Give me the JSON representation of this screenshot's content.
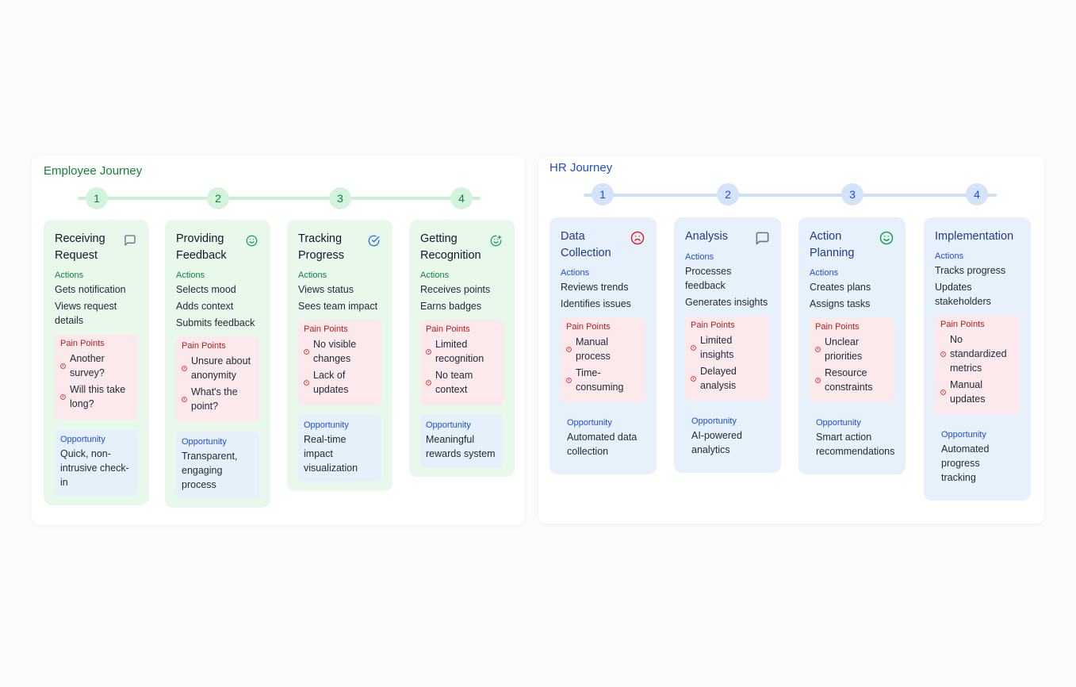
{
  "employee": {
    "title": "Employee Journey",
    "steps": [
      "1",
      "2",
      "3",
      "4"
    ],
    "cards": [
      {
        "title": "Receiving Request",
        "icon": "message-square-icon",
        "actions_label": "Actions",
        "actions": [
          "Gets notification",
          "Views request details"
        ],
        "pain_label": "Pain Points",
        "pains": [
          "Another survey?",
          "Will this take long?"
        ],
        "opp_label": "Opportunity",
        "opp": "Quick, non-intrusive check-in"
      },
      {
        "title": "Providing Feedback",
        "icon": "smile-icon",
        "actions_label": "Actions",
        "actions": [
          "Selects mood",
          "Adds context",
          "Submits feedback"
        ],
        "pain_label": "Pain Points",
        "pains": [
          "Unsure about anonymity",
          "What's the point?"
        ],
        "opp_label": "Opportunity",
        "opp": "Transparent, engaging process"
      },
      {
        "title": "Tracking Progress",
        "icon": "check-circle-icon",
        "actions_label": "Actions",
        "actions": [
          "Views status",
          "Sees team impact"
        ],
        "pain_label": "Pain Points",
        "pains": [
          "No visible changes",
          "Lack of updates"
        ],
        "opp_label": "Opportunity",
        "opp": "Real-time impact visualization"
      },
      {
        "title": "Getting Recognition",
        "icon": "smile-plus-icon",
        "actions_label": "Actions",
        "actions": [
          "Receives points",
          "Earns badges"
        ],
        "pain_label": "Pain Points",
        "pains": [
          "Limited recognition",
          "No team context"
        ],
        "opp_label": "Opportunity",
        "opp": "Meaningful rewards system"
      }
    ]
  },
  "hr": {
    "title": "HR Journey",
    "steps": [
      "1",
      "2",
      "3",
      "4"
    ],
    "cards": [
      {
        "title": "Data Collection",
        "icon": "frown-icon",
        "actions_label": "Actions",
        "actions": [
          "Reviews trends",
          "Identifies issues"
        ],
        "pain_label": "Pain Points",
        "pains": [
          "Manual process",
          "Time-consuming"
        ],
        "opp_label": "Opportunity",
        "opp": "Automated data collection"
      },
      {
        "title": "Analysis",
        "icon": "message-square-icon",
        "actions_label": "Actions",
        "actions": [
          "Processes feedback",
          "Generates insights"
        ],
        "pain_label": "Pain Points",
        "pains": [
          "Limited insights",
          "Delayed analysis"
        ],
        "opp_label": "Opportunity",
        "opp": "AI-powered analytics"
      },
      {
        "title": "Action Planning",
        "icon": "smile-icon",
        "actions_label": "Actions",
        "actions": [
          "Creates plans",
          "Assigns tasks"
        ],
        "pain_label": "Pain Points",
        "pains": [
          "Unclear priorities",
          "Resource constraints"
        ],
        "opp_label": "Opportunity",
        "opp": "Smart action recommendations"
      },
      {
        "title": "Implementation",
        "icon": "",
        "actions_label": "Actions",
        "actions": [
          "Tracks progress",
          "Updates stakeholders"
        ],
        "pain_label": "Pain Points",
        "pains": [
          "No standardized metrics",
          "Manual updates"
        ],
        "opp_label": "Opportunity",
        "opp": "Automated progress tracking"
      }
    ]
  },
  "colors": {
    "employee_accent": "#15803d",
    "hr_accent": "#1d4ed8",
    "pain_accent": "#dc2626"
  }
}
